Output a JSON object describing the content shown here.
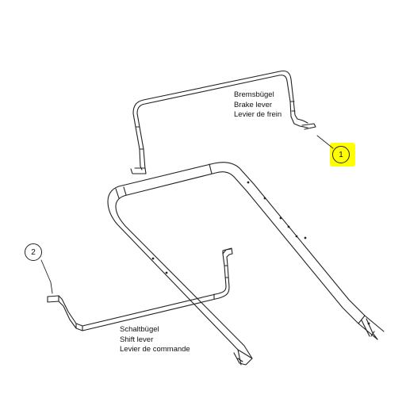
{
  "parts": [
    {
      "callout": "1",
      "highlighted": true,
      "highlight_color": "#ffff00",
      "names": [
        "Bremsbügel",
        "Brake lever",
        "Levier de frein"
      ]
    },
    {
      "callout": "2",
      "highlighted": false,
      "names": [
        "Schaltbügel",
        "Shift lever",
        "Levier de commande"
      ]
    }
  ],
  "colors": {
    "line": "#222222",
    "background": "#ffffff"
  }
}
